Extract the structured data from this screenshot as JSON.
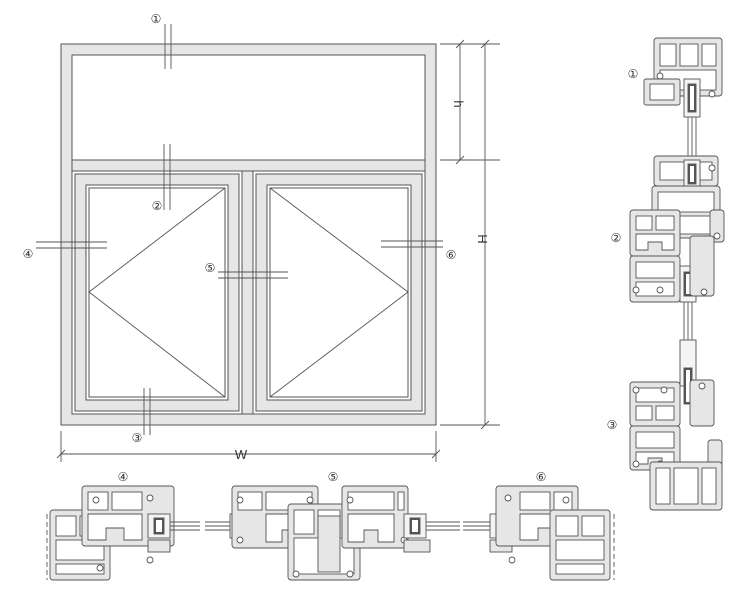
{
  "callouts": {
    "c1": "①",
    "c2": "②",
    "c3": "③",
    "c4": "④",
    "c5": "⑤",
    "c6": "⑥"
  },
  "dimensions": {
    "height_total": "H",
    "height_transom": "h",
    "width": "W"
  },
  "colors": {
    "line": "#555555",
    "profile_fill": "#e6e6e6",
    "glass_fill": "#f4f4f4",
    "seal_fill": "#555555"
  }
}
